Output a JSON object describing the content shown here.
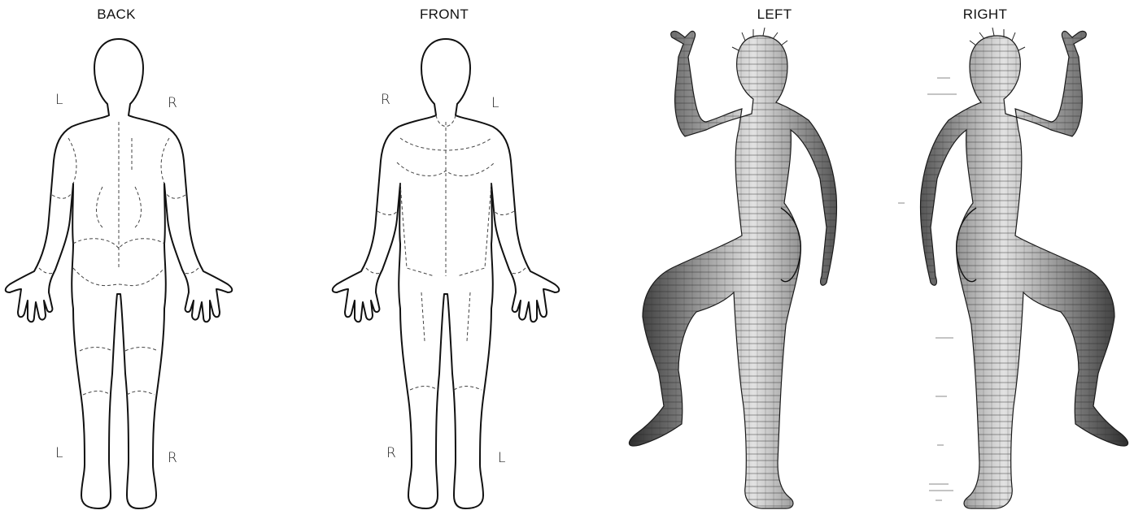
{
  "views": {
    "back": {
      "title": "BACK",
      "upper_left": "L",
      "upper_right": "R",
      "lower_left": "L",
      "lower_right": "R"
    },
    "front": {
      "title": "FRONT",
      "upper_left": "R",
      "upper_right": "L",
      "lower_left": "R",
      "lower_right": "L"
    },
    "left": {
      "title": "LEFT"
    },
    "right": {
      "title": "RIGHT"
    }
  },
  "colors": {
    "line": "#111111",
    "dash": "#444444",
    "mesh_light": "#d4d4d4",
    "mesh_dark": "#3a3a3a"
  }
}
